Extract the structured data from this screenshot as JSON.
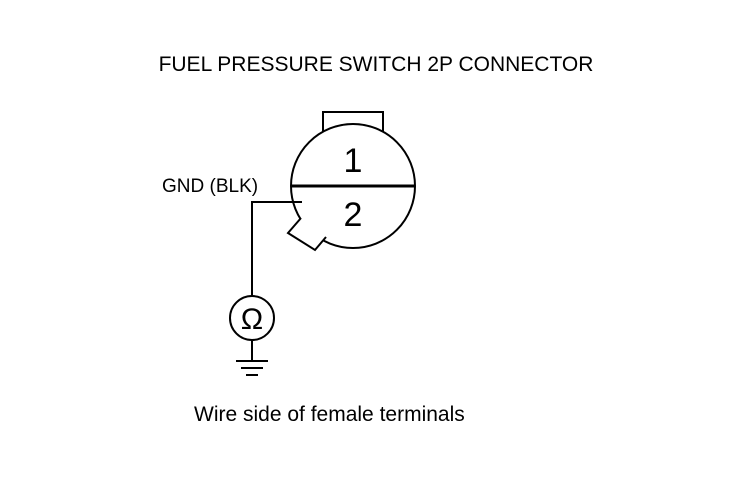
{
  "diagram": {
    "title": "FUEL PRESSURE SWITCH 2P CONNECTOR",
    "wire_label": "GND (BLK)",
    "terminals": [
      {
        "number": "1"
      },
      {
        "number": "2"
      }
    ],
    "meter_symbol": "Ω",
    "caption": "Wire side of female terminals"
  },
  "colors": {
    "line": "#000000",
    "background": "#ffffff"
  },
  "icons": {
    "meter": "ohmmeter-icon",
    "ground": "ground-icon"
  }
}
